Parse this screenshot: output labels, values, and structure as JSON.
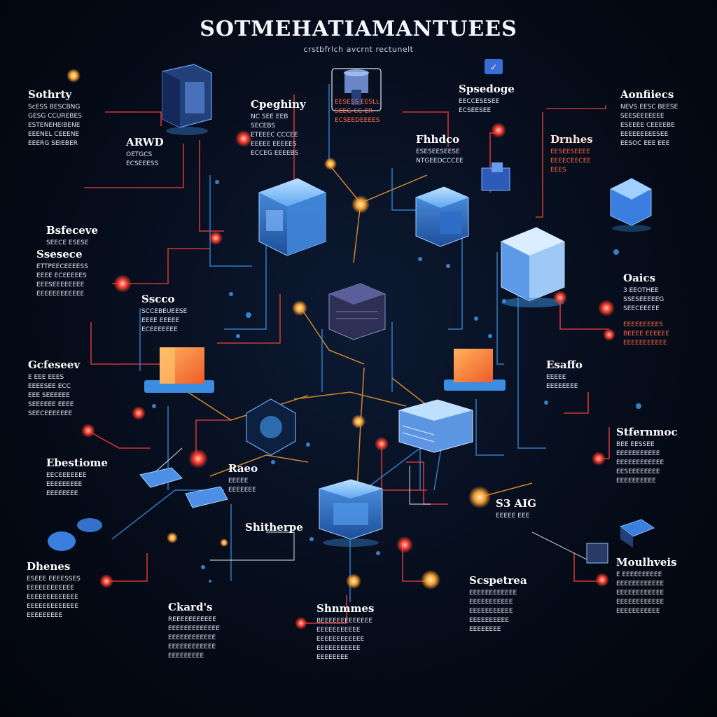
{
  "header": {
    "title": "SOTMEHATIAMANTUEES",
    "subtitle": "crstbfrlch avcrnt rectunelt"
  },
  "colors": {
    "background": "#060c1a",
    "wire_red": "#e23b3b",
    "wire_orange": "#f29a2e",
    "wire_blue": "#3a8dde",
    "node_blue": "#3e8fe8",
    "node_orange": "#f2823a",
    "glow_red": "#ff3d2e"
  },
  "labels": [
    {
      "id": "sothirty",
      "heading": "Sothrty",
      "lines": [
        "ScESS BESCBNG",
        "GESG CCUREBES",
        "ESTENEHEIBENE",
        "EEENEL CEEENE",
        "EEERG SEIEBER"
      ],
      "accent": false
    },
    {
      "id": "arwd",
      "heading": "ARWD",
      "lines": [
        "OETGCS",
        "ECSEEESS"
      ],
      "accent": false
    },
    {
      "id": "cpeghiny",
      "heading": "Cpeghiny",
      "lines": [
        "NC SEE EEB",
        "SECEBS",
        "ETEEEC CCCEE",
        "EEEEE EEEEES",
        "ECCEG EEEEBS"
      ],
      "accent": false
    },
    {
      "id": "center-top",
      "heading": "",
      "lines": [
        "EESESS EESLL",
        "SEEG CC ER",
        "ECSEEDEEEES"
      ],
      "accent": true
    },
    {
      "id": "spsedoge",
      "heading": "Spsedoge",
      "lines": [
        "EECCESESEE",
        "ECSEESEE"
      ],
      "accent": false
    },
    {
      "id": "fhhdco",
      "heading": "Fhhdco",
      "lines": [
        "ESESEESEESE",
        "NTGEEDCCCEE"
      ],
      "accent": false
    },
    {
      "id": "drnhes",
      "heading": "Drnhes",
      "lines": [
        "EESEESEEEE",
        "EEEECEECEE",
        "EEES"
      ],
      "accent": true
    },
    {
      "id": "aonfiiecs",
      "heading": "Aonfiiecs",
      "lines": [
        "NEVS EESC BEESE",
        "SEESEEEEEEE",
        "ESEEEE CEEEEBE",
        "EEEEEEEEESEE",
        "EESOC EEE EEE"
      ],
      "accent": false
    },
    {
      "id": "bsfeceve",
      "heading": "Bsfeceve",
      "lines": [
        "SEECE ESESE"
      ],
      "accent": false
    },
    {
      "id": "ssesece",
      "heading": "Ssesece",
      "lines": [
        "ETTPEECEEEESS",
        "EEEE ECEEEEES",
        "EEESEEEEEEEE",
        "EEEEEEEEEEEE"
      ],
      "accent": false
    },
    {
      "id": "sscco",
      "heading": "Sscco",
      "lines": [
        "SCCEBEUEESE",
        "EEEE EEEEE",
        "ECEEEEEEE"
      ],
      "accent": false
    },
    {
      "id": "oaics",
      "heading": "Oaics",
      "lines": [
        "3 EEOTHEE",
        "SSESEEEEEG",
        "SEECEEEEE"
      ],
      "accent": false
    },
    {
      "id": "sesfs",
      "heading": "",
      "lines": [
        "EEEEEEEEES",
        "BEEEE EEEEEE",
        "EEEEEEEEEEE"
      ],
      "accent": true
    },
    {
      "id": "gcfeseeev",
      "heading": "Gcfeseev",
      "lines": [
        "E EEE EEES",
        "EEEESEE ECC",
        "EEE SEEEEEE",
        "SEEEEEE EEEE",
        "SEECEEEEEEE"
      ],
      "accent": false
    },
    {
      "id": "esaffo",
      "heading": "Esaffo",
      "lines": [
        "EEEEE",
        "EEEEEEEE"
      ],
      "accent": false
    },
    {
      "id": "stfernmoc",
      "heading": "Stfernmoc",
      "lines": [
        "BEE EESSEE",
        "EEEEEEEEEEE",
        "EEEEEEEEEEEE",
        "EESEEEEEEEE",
        "EEEEEEEEEE"
      ],
      "accent": false
    },
    {
      "id": "ebestiome",
      "heading": "Ebestiome",
      "lines": [
        "EECEEEEEEE",
        "EEEEEEEEE",
        "EEEEEEEE"
      ],
      "accent": false
    },
    {
      "id": "raeo",
      "heading": "Raeo",
      "lines": [
        "EEEEE",
        "EEEEEEE"
      ],
      "accent": false
    },
    {
      "id": "shitherpe",
      "heading": "Shitherpe",
      "lines": [],
      "accent": false
    },
    {
      "id": "sstag",
      "heading": "S3 AIG",
      "lines": [
        "EEEEE EEE"
      ],
      "accent": false
    },
    {
      "id": "dhenes",
      "heading": "Dhenes",
      "lines": [
        "ESEEE EEEESSES",
        "EEEEEEEEEEEE",
        "EEEEEEEEEEEEE",
        "EEEEEEEEEEEEE",
        "EEEEEEEEE"
      ],
      "accent": false
    },
    {
      "id": "ckards",
      "heading": "Ckard's",
      "lines": [
        "REEEEEEEEEEE",
        "EEEEEEEEEEEEE",
        "EEEEEEEEEEEE",
        "EEEEEEEEEEEE",
        "EEEEEEEEE"
      ],
      "accent": false
    },
    {
      "id": "shnmmes",
      "heading": "Shnmmes",
      "lines": [
        "BEEEEEEEEEEEEE",
        "EEEEEEEEEEE",
        "EEEEEEEEEEEE",
        "EEEEEEEEEEE",
        "EEEEEEEE"
      ],
      "accent": false
    },
    {
      "id": "scspetrea",
      "heading": "Scspetrea",
      "lines": [
        "EEEEEEEEEEEE",
        "EEEEEEEEEEE",
        "EEEEEEEEEEE",
        "EEEEEEEEEE",
        "EEEEEEEE"
      ],
      "accent": false
    },
    {
      "id": "mouthves",
      "heading": "Moulhveis",
      "lines": [
        "E EEEEEEEEEE",
        "EEEEEEEEEEEE",
        "EEEEEEEEEEEE",
        "EEEEEEEEEEEE",
        "EEEEEEEEEEE"
      ],
      "accent": false
    }
  ]
}
